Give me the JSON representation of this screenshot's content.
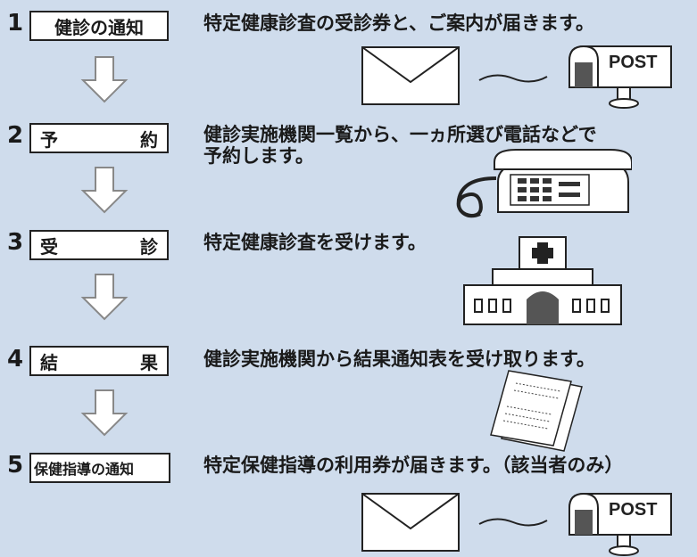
{
  "steps": [
    {
      "number": "1",
      "label": "健診の通知",
      "description": "特定健康診査の受診券と、ご案内が届きます。"
    },
    {
      "number": "2",
      "label_left": "予",
      "label_right": "約",
      "description_line1": "健診実施機関一覧から、一ヵ所選び電話などで",
      "description_line2": "予約します。"
    },
    {
      "number": "3",
      "label_left": "受",
      "label_right": "診",
      "description": "特定健康診査を受けます。"
    },
    {
      "number": "4",
      "label_left": "結",
      "label_right": "果",
      "description": "健診実施機関から結果通知表を受け取ります。"
    },
    {
      "number": "5",
      "label": "保健指導の通知",
      "description": "特定保健指導の利用券が届きます。（該当者のみ）"
    }
  ],
  "mailbox_text": "POST",
  "icons": [
    "envelope-icon",
    "mailbox-icon",
    "telephone-icon",
    "hospital-icon",
    "document-icon"
  ]
}
